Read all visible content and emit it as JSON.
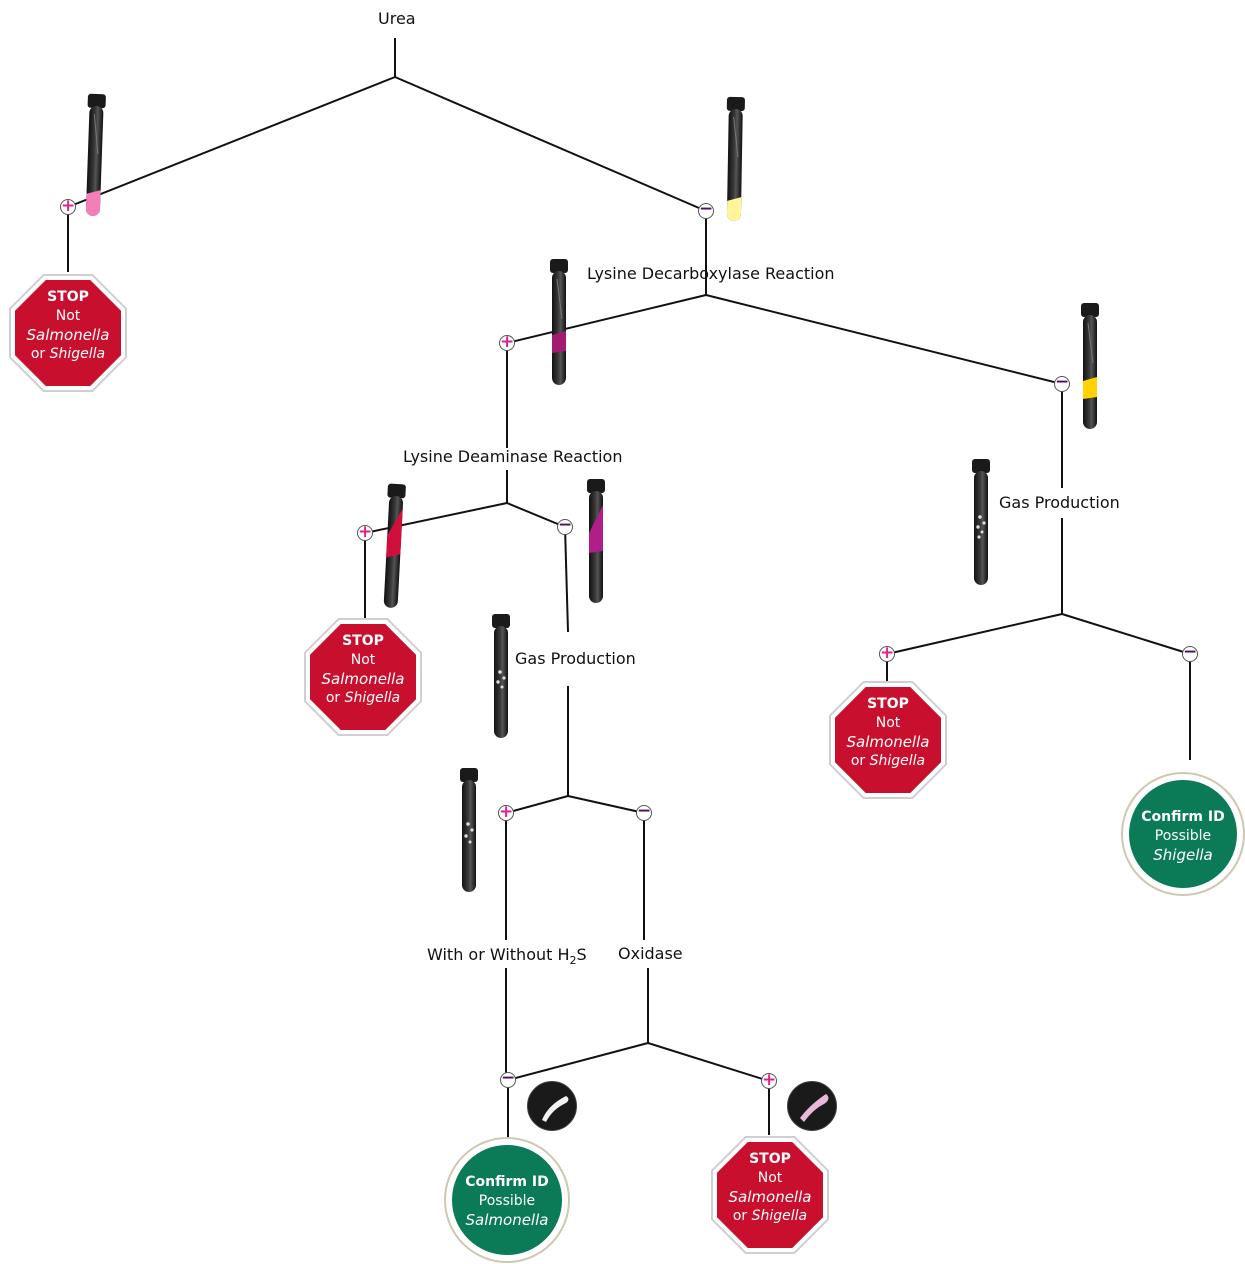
{
  "titles": {
    "urea": "Urea",
    "lysine_decarboxylase": "Lysine Decarboxylase Reaction",
    "lysine_deaminase": "Lysine Deaminase Reaction",
    "gas_production_right": "Gas Production",
    "gas_production_mid": "Gas Production",
    "h2s_prefix": "With or Without H",
    "h2s_sub": "2",
    "h2s_suffix": "S",
    "oxidase": "Oxidase"
  },
  "signs": {
    "plus": "+",
    "minus": "−"
  },
  "stop_sign": {
    "line1": "STOP",
    "line2": "Not",
    "line3": "Salmonella",
    "line4_or": "or",
    "line4_name": "Shigella"
  },
  "confirm_shigella": {
    "line1": "Confirm ID",
    "line2": "Possible",
    "line3": "Shigella"
  },
  "confirm_salmonella": {
    "line1": "Confirm ID",
    "line2": "Possible",
    "line3": "Salmonella"
  },
  "colors": {
    "stop_red": "#c8102e",
    "confirm_green": "#0b7a57",
    "tube_dark": "#2b2b2b",
    "plus_magenta": "#e0208e",
    "minus_purple": "#4a1460",
    "urea_positive": "#f27fb8",
    "negative_yellow": "#fff59a",
    "ldc_positive": "#a21a72",
    "ldc_negative_band": "#ffd200",
    "deaminase_positive": "#d0103a",
    "deaminase_negative": "#b01e8a",
    "oxidase_negative_streak": "#f2f2f2",
    "oxidase_positive_streak": "#e9b8d8"
  }
}
